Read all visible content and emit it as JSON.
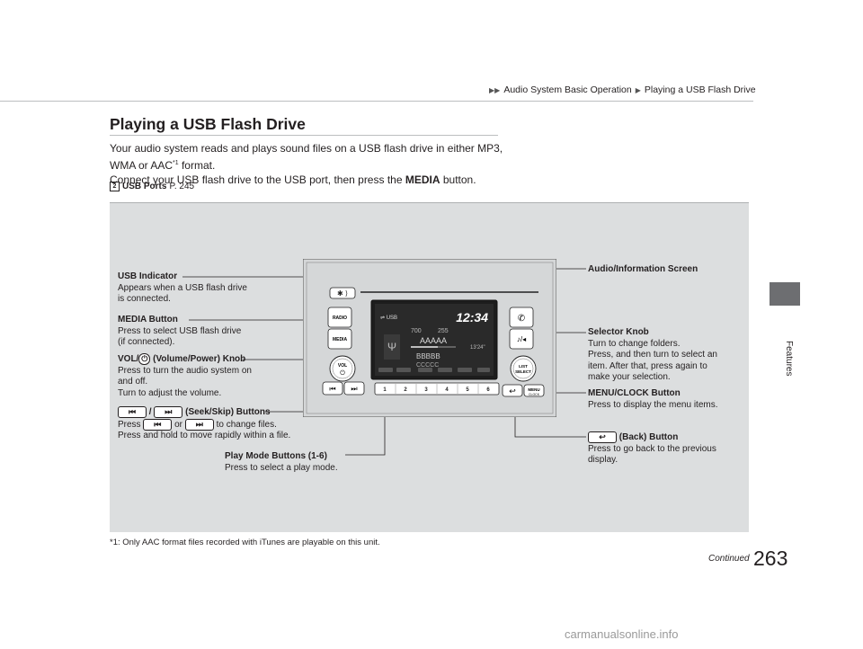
{
  "header": {
    "breadcrumb": [
      "Audio System Basic Operation",
      "Playing a USB Flash Drive"
    ],
    "side_label": "Features"
  },
  "section": {
    "title": "Playing a USB Flash Drive",
    "line1": "Your audio system reads and plays sound files on a USB flash drive in either MP3,",
    "line2_a": "WMA or AAC",
    "line2_sup": "*1",
    "line2_b": " format.",
    "line3_a": "Connect your USB flash drive to the USB port, then press the ",
    "line3_bold": "MEDIA",
    "line3_b": " button.",
    "ref_label": "USB Ports",
    "ref_page": " P. 245"
  },
  "callouts": {
    "usb_indicator": {
      "head": "USB Indicator",
      "lines": [
        "Appears when a USB flash drive",
        "is connected."
      ]
    },
    "media_button": {
      "head": "MEDIA Button",
      "lines": [
        "Press to select USB flash drive",
        "(if connected)."
      ]
    },
    "vol_knob": {
      "head_a": "VOL/",
      "head_b": " (Volume/Power) Knob",
      "lines": [
        "Press to turn the audio system on",
        "and off.",
        "Turn to adjust the volume."
      ]
    },
    "seek_skip": {
      "head_sep": " / ",
      "head_b": " (Seek/Skip) Buttons",
      "line1_a": "Press ",
      "line1_or": " or ",
      "line1_b": " to change files.",
      "line2": "Press and hold to move rapidly within a file."
    },
    "play_mode": {
      "head": "Play Mode Buttons (1-6)",
      "lines": [
        "Press to select a play mode."
      ]
    },
    "audio_screen": {
      "head": "Audio/Information Screen"
    },
    "selector_knob": {
      "head": "Selector Knob",
      "lines": [
        "Turn to change folders.",
        "Press, and then turn to select an",
        "item. After that, press again to",
        "make your selection."
      ]
    },
    "menu_clock": {
      "head": "MENU/CLOCK Button",
      "lines": [
        "Press to display the menu items."
      ]
    },
    "back_button": {
      "head": " (Back) Button",
      "lines": [
        "Press to go back to the previous",
        "display."
      ]
    }
  },
  "device": {
    "radio_label": "RADIO",
    "media_label": "MEDIA",
    "vol_label": "VOL",
    "list_label": "LIST",
    "select_label": "SELECT",
    "menu_label": "MENU",
    "clock_label": "CLOCK",
    "clock": "12:34",
    "folder_count": "700",
    "file_count": "255",
    "track_title": "AAAAA",
    "elapsed": "13'24\"",
    "album": "BBBBB",
    "artist": "CCCCC",
    "presets": [
      "1",
      "2",
      "3",
      "4",
      "5",
      "6"
    ]
  },
  "footer": {
    "footnote": "*1: Only AAC format files recorded with iTunes are playable on this unit.",
    "continued": "Continued",
    "page_number": "263",
    "watermark": "carmanualsonline.info"
  },
  "colors": {
    "panel": "#dcdedf",
    "side_tab": "#6d6e71",
    "text": "#231f20"
  }
}
